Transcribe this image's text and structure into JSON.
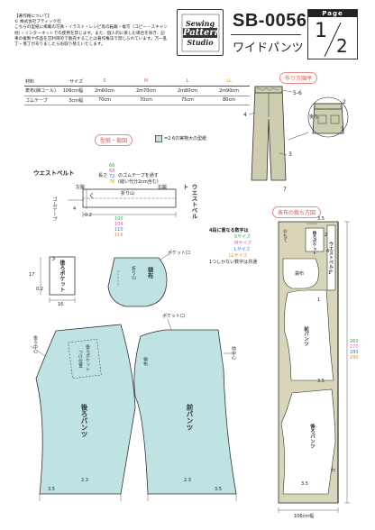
{
  "copyright": {
    "heading": "【著作権について】",
    "company": "© 株式会社ブティック社",
    "body": "こちらの型紙に掲載の写真・イラスト・レシピ等の転載・複写（コピー・スキャン他）・インターネットでの使用を禁じます。また、個人的に楽しむ場合を除き、記事の複製や作品を営利目的で販売することは著作権法で禁じられています。万一乱丁・落丁がありましたらお取り替えいたします。"
  },
  "logo": {
    "line1": "Sewing",
    "line2": "Pattern",
    "line3": "Studio"
  },
  "pattern": {
    "code": "SB-0056",
    "name": "ワイドパンツ"
  },
  "page": {
    "header": "Page",
    "current": "1",
    "total": "2"
  },
  "size_table": {
    "header": {
      "col1": "材料",
      "col2": "サイズ",
      "s": "S",
      "m": "M",
      "l": "L",
      "ll": "LL"
    },
    "rows": [
      {
        "label": "表布(綿コール)",
        "width": "106cm幅",
        "s": "2m60cm",
        "m": "2m70cm",
        "l": "2m80cm",
        "ll": "2m90cm"
      },
      {
        "label": "ゴムテープ",
        "width": "3cm幅",
        "s": "70cm",
        "m": "70cm",
        "l": "75cm",
        "ll": "80cm"
      }
    ]
  },
  "sections": {
    "patterns": "型紙・裁図",
    "legend": "=2.6の実物大の型紙",
    "order": "作り方順序",
    "layout": "表布の裁ち方図"
  },
  "waistband": {
    "title": "ウエストベルト",
    "num_s": "66",
    "num_m": "68",
    "num_l": "72",
    "num_ll": "76",
    "note1": "長さ",
    "note2": "のゴムテープを通す",
    "note3": "(縫い代分2cm含む)",
    "fold": "折り山",
    "left": "左脇",
    "right": "右脇",
    "elastic": "ゴムテープ",
    "dim_02": "0.2",
    "dim_4": "4",
    "len_s": "100",
    "len_m": "104",
    "len_l": "110",
    "len_ll": "116"
  },
  "back_pocket": {
    "label": "後ろポケット",
    "dim_17": "17",
    "dim_16": "16",
    "dim_02": "0.2"
  },
  "pocket_bag": {
    "label": "袋布",
    "fold": "折り山",
    "pocket_mouth": "ポケット口"
  },
  "size_note": {
    "title": "4段に重なる数字は",
    "s": "Sサイズ",
    "m": "Mサイズ",
    "l": "Lサイズ",
    "ll": "LLサイズ",
    "one": "1つしかない数字は共通"
  },
  "back_pants": {
    "label": "後ろパンツ",
    "center": "後ろ中心",
    "pocket_pos1": "後ろポケット",
    "pocket_pos2": "つけ位置",
    "dim_23": "2.3",
    "dim_35": "3.5"
  },
  "front_pants": {
    "label": "前パンツ",
    "center": "前中心",
    "pocket_mouth": "ポケット口",
    "pocket_bag": "袋布",
    "dim_23": "2.3",
    "dim_35": "3.5"
  },
  "steps": {
    "s56": "5-6",
    "s4": "4",
    "s3": "3",
    "s7": "7",
    "s2": "2",
    "s1": "1",
    "back": "後ろ"
  },
  "layout": {
    "waistband": "ウエストベルト",
    "back_pocket": "後ろポケット",
    "pocket_bag": "袋布",
    "front_pants": "前パンツ",
    "back_pants": "後ろパンツ",
    "fold": "わ",
    "face": "おもて",
    "dim_35": "3.5",
    "dim_1": "1",
    "dim_2": "2",
    "dim_4": "4",
    "len_s": "260",
    "len_m": "270",
    "len_l": "280",
    "len_ll": "290",
    "width": "106cm幅"
  }
}
